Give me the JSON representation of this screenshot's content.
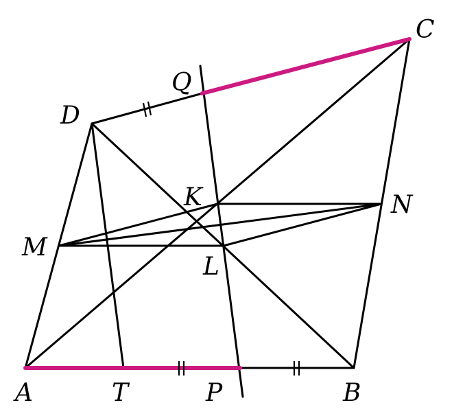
{
  "colors": {
    "line": "#000000",
    "highlight": "#cc1a80",
    "background": "#ffffff"
  },
  "points": {
    "A": "A",
    "B": "B",
    "C": "C",
    "D": "D",
    "K": "K",
    "L": "L",
    "M": "M",
    "N": "N",
    "P": "P",
    "Q": "Q",
    "T": "T"
  }
}
